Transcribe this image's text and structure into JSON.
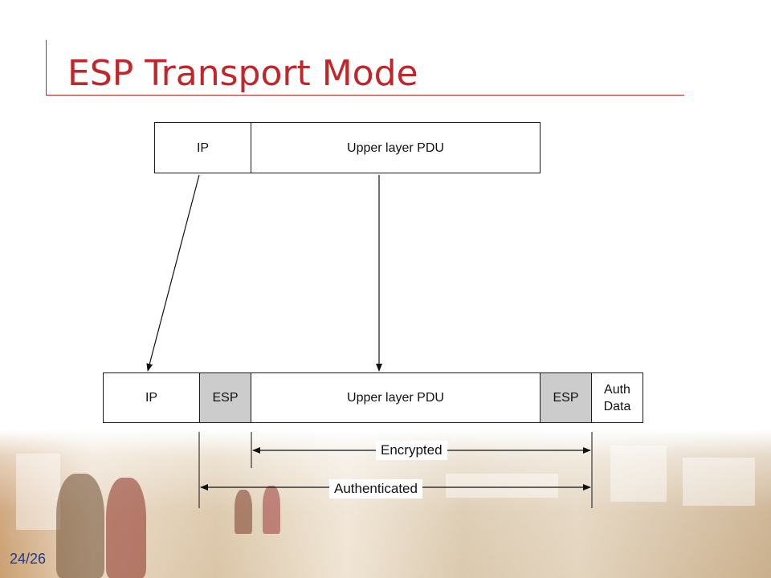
{
  "slide": {
    "title": "ESP Transport Mode",
    "page_number": "24/26",
    "colors": {
      "title": "#c0262a",
      "esp_shade": "#cccccc",
      "page_number": "#1f3a8a"
    }
  },
  "original_packet": {
    "fields": [
      {
        "label": "IP"
      },
      {
        "label": "Upper layer PDU"
      }
    ]
  },
  "esp_packet": {
    "fields": [
      {
        "label": "IP",
        "shaded": false
      },
      {
        "label": "ESP",
        "shaded": true
      },
      {
        "label": "Upper layer PDU",
        "shaded": false
      },
      {
        "label": "ESP",
        "shaded": true
      },
      {
        "label": "Auth\nData",
        "shaded": false
      }
    ]
  },
  "ranges": {
    "encrypted": "Encrypted",
    "authenticated": "Authenticated"
  }
}
